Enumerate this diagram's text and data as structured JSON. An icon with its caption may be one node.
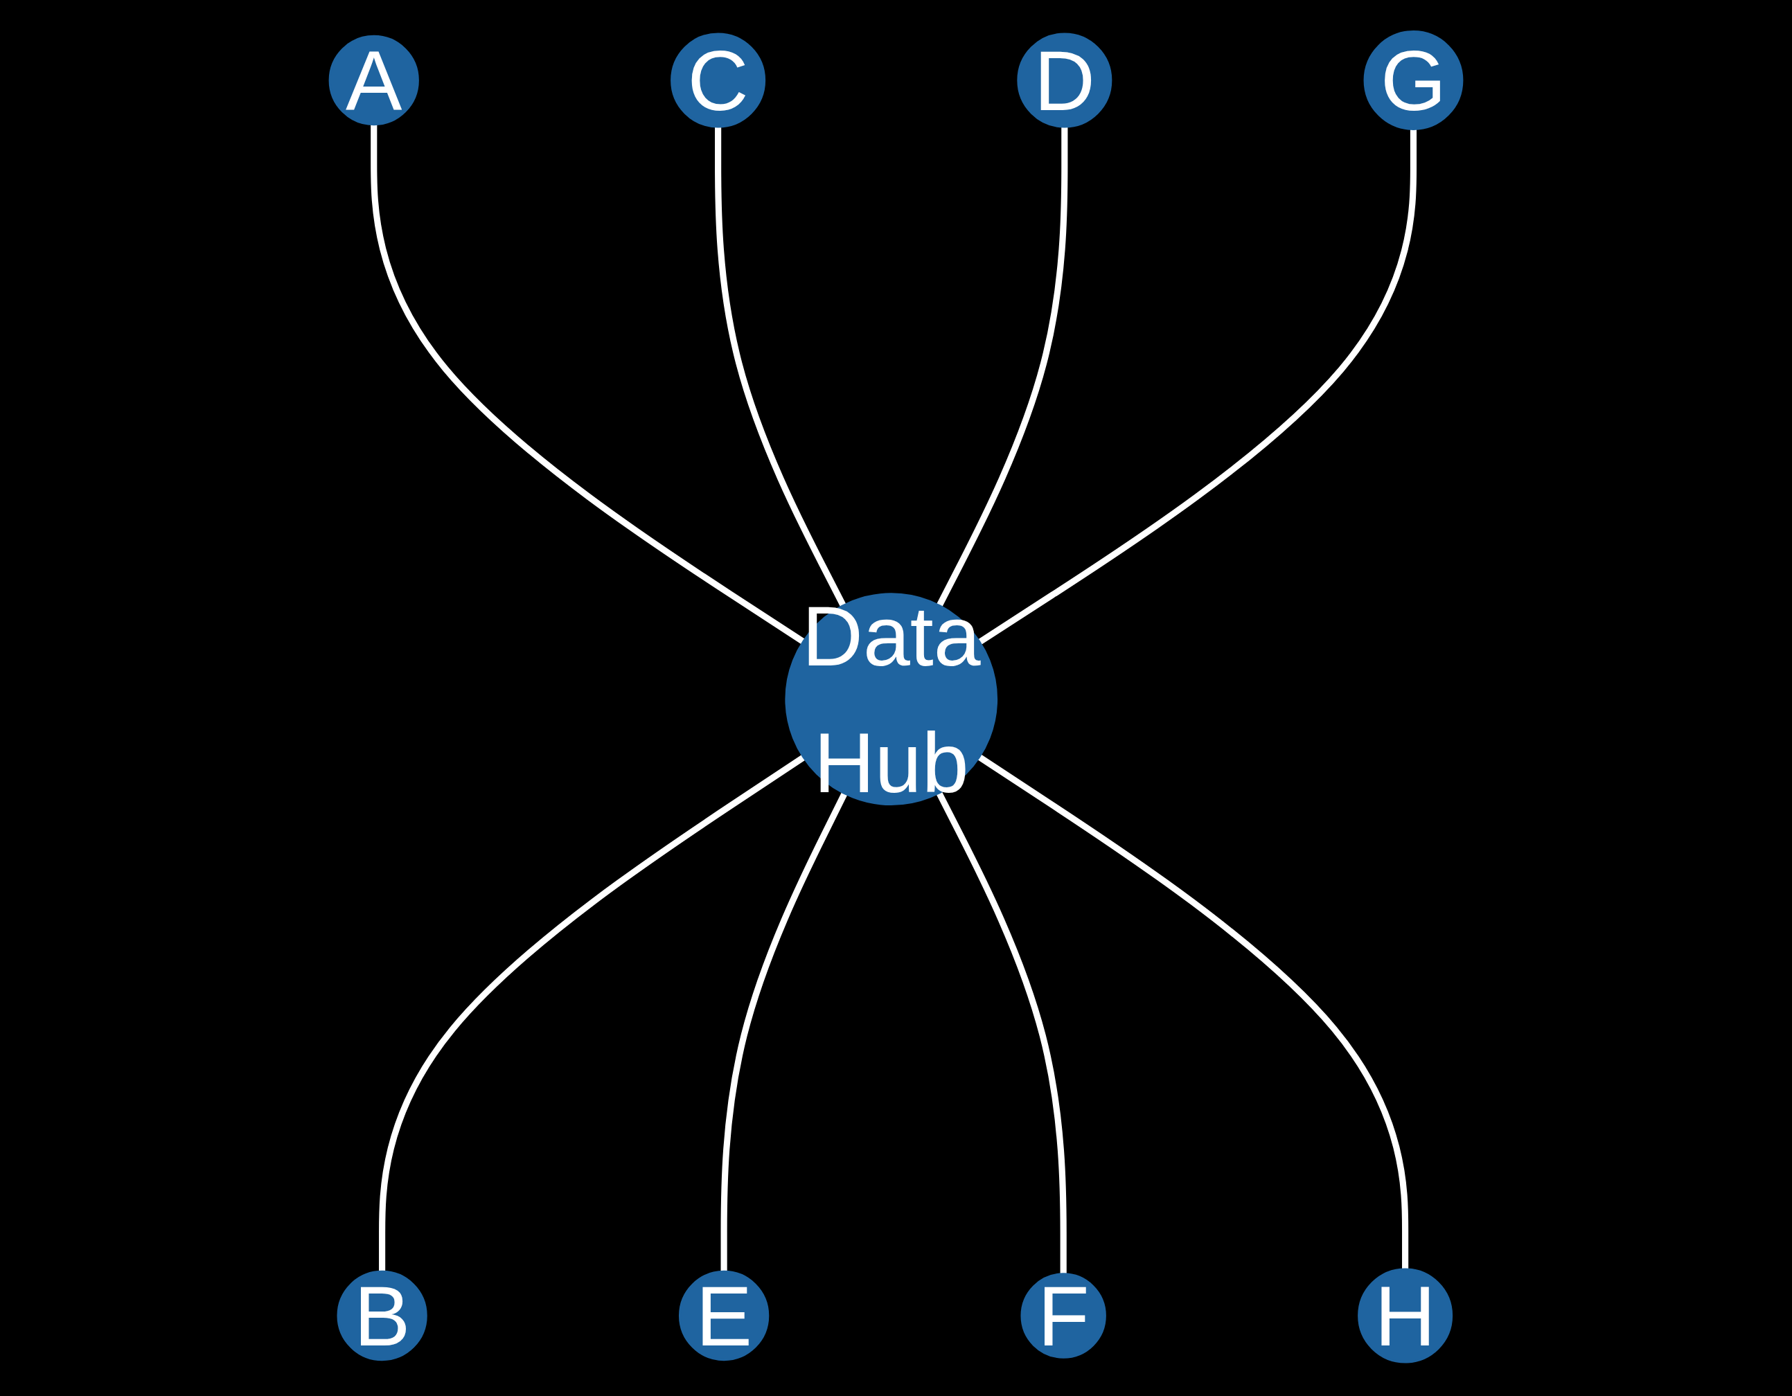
{
  "diagram": {
    "nodes": [
      {
        "text": [
          "A"
        ]
      },
      {
        "text": [
          "C"
        ]
      },
      {
        "text": [
          "D"
        ]
      },
      {
        "text": [
          "G"
        ]
      },
      {
        "text": [
          "Data Hub"
        ]
      },
      {
        "text": [
          "B"
        ]
      },
      {
        "text": [
          "E"
        ]
      },
      {
        "text": [
          "F"
        ]
      },
      {
        "text": [
          "H"
        ]
      }
    ],
    "edges": [
      {
        "from": 0,
        "to": 4,
        "arrow": "none"
      },
      {
        "from": 1,
        "to": 4,
        "arrow": "none"
      },
      {
        "from": 2,
        "to": 4,
        "arrow": "none"
      },
      {
        "from": 3,
        "to": 4,
        "arrow": "none"
      },
      {
        "from": 4,
        "to": 5,
        "arrow": "none"
      },
      {
        "from": 4,
        "to": 6,
        "arrow": "none"
      },
      {
        "from": 4,
        "to": 7,
        "arrow": "none"
      },
      {
        "from": 4,
        "to": 8,
        "arrow": "none"
      }
    ]
  }
}
